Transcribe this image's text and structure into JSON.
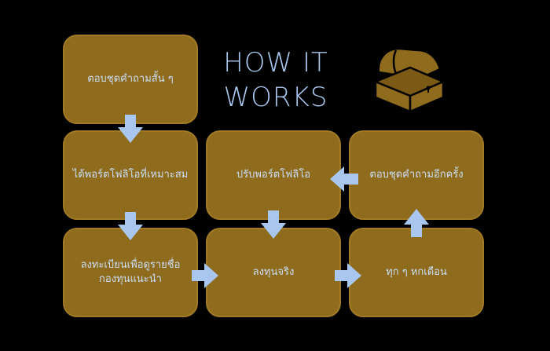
{
  "title_line1": "HOW IT",
  "title_line2": "WORKS",
  "steps": [
    "ตอบชุดคำถามสั้น ๆ",
    "ได้พอร์ตโฟลิโอที่เหมาะสม",
    "ลงทะเบียนเพื่อดูรายชื่อ",
    "กองทุนแนะนำ",
    "ลงทุนจริง",
    "ทุก ๆ หกเดือน",
    "ตอบชุดคำถามอีกครั้ง",
    "ปรับพอร์ตโฟลิโอ"
  ],
  "colors": {
    "box": "#8f6b1d",
    "arrow": "#a9c7ee",
    "text": "#c9def6",
    "background": "#000000"
  },
  "icon": "treasure-chest-icon"
}
